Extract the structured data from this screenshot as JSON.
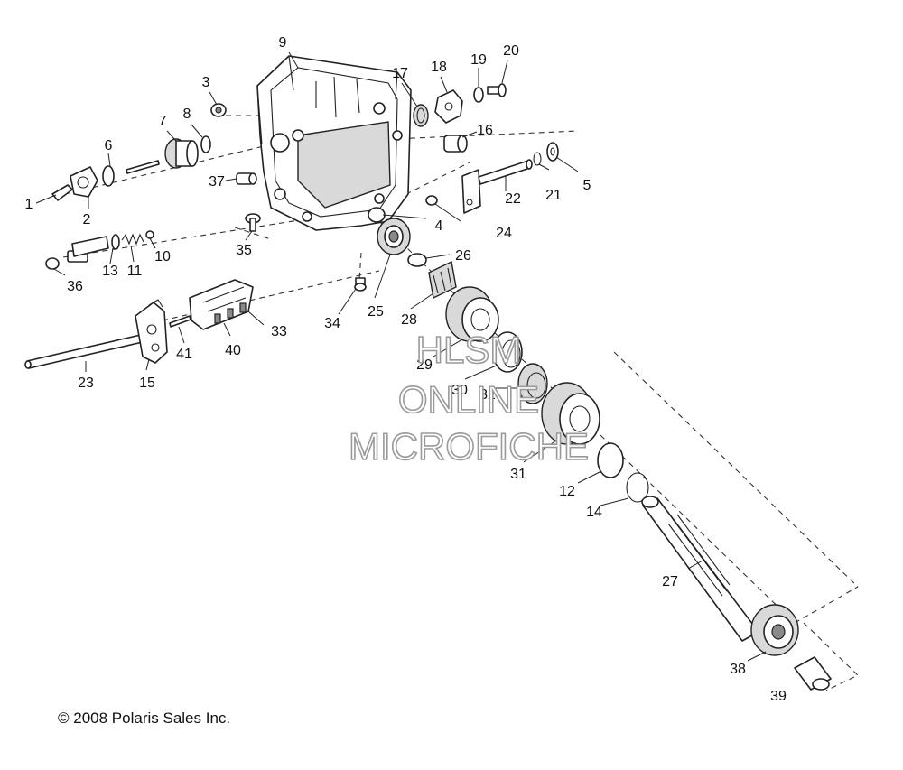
{
  "diagram": {
    "callouts": [
      {
        "id": "c1",
        "text": "1"
      },
      {
        "id": "c2",
        "text": "2"
      },
      {
        "id": "c3",
        "text": "3"
      },
      {
        "id": "c4",
        "text": "4"
      },
      {
        "id": "c5",
        "text": "5"
      },
      {
        "id": "c6",
        "text": "6"
      },
      {
        "id": "c7",
        "text": "7"
      },
      {
        "id": "c8",
        "text": "8"
      },
      {
        "id": "c9",
        "text": "9"
      },
      {
        "id": "c10",
        "text": "10"
      },
      {
        "id": "c11",
        "text": "11"
      },
      {
        "id": "c12",
        "text": "12"
      },
      {
        "id": "c13",
        "text": "13"
      },
      {
        "id": "c14",
        "text": "14"
      },
      {
        "id": "c15",
        "text": "15"
      },
      {
        "id": "c16",
        "text": "16"
      },
      {
        "id": "c17",
        "text": "17"
      },
      {
        "id": "c18",
        "text": "18"
      },
      {
        "id": "c19",
        "text": "19"
      },
      {
        "id": "c20",
        "text": "20"
      },
      {
        "id": "c21",
        "text": "21"
      },
      {
        "id": "c22",
        "text": "22"
      },
      {
        "id": "c23",
        "text": "23"
      },
      {
        "id": "c24",
        "text": "24"
      },
      {
        "id": "c25",
        "text": "25"
      },
      {
        "id": "c26",
        "text": "26"
      },
      {
        "id": "c27",
        "text": "27"
      },
      {
        "id": "c28",
        "text": "28"
      },
      {
        "id": "c29",
        "text": "29"
      },
      {
        "id": "c30",
        "text": "30"
      },
      {
        "id": "c31",
        "text": "31"
      },
      {
        "id": "c32",
        "text": "32"
      },
      {
        "id": "c33",
        "text": "33"
      },
      {
        "id": "c34",
        "text": "34"
      },
      {
        "id": "c35",
        "text": "35"
      },
      {
        "id": "c36",
        "text": "36"
      },
      {
        "id": "c37",
        "text": "37"
      },
      {
        "id": "c38",
        "text": "38"
      },
      {
        "id": "c39",
        "text": "39"
      },
      {
        "id": "c40",
        "text": "40"
      },
      {
        "id": "c41",
        "text": "41"
      }
    ]
  },
  "watermark": {
    "line1": "HLSM",
    "line2": "ONLINE",
    "line3": "MICROFICHE"
  },
  "footer": {
    "copyright": "© 2008 Polaris Sales Inc."
  }
}
